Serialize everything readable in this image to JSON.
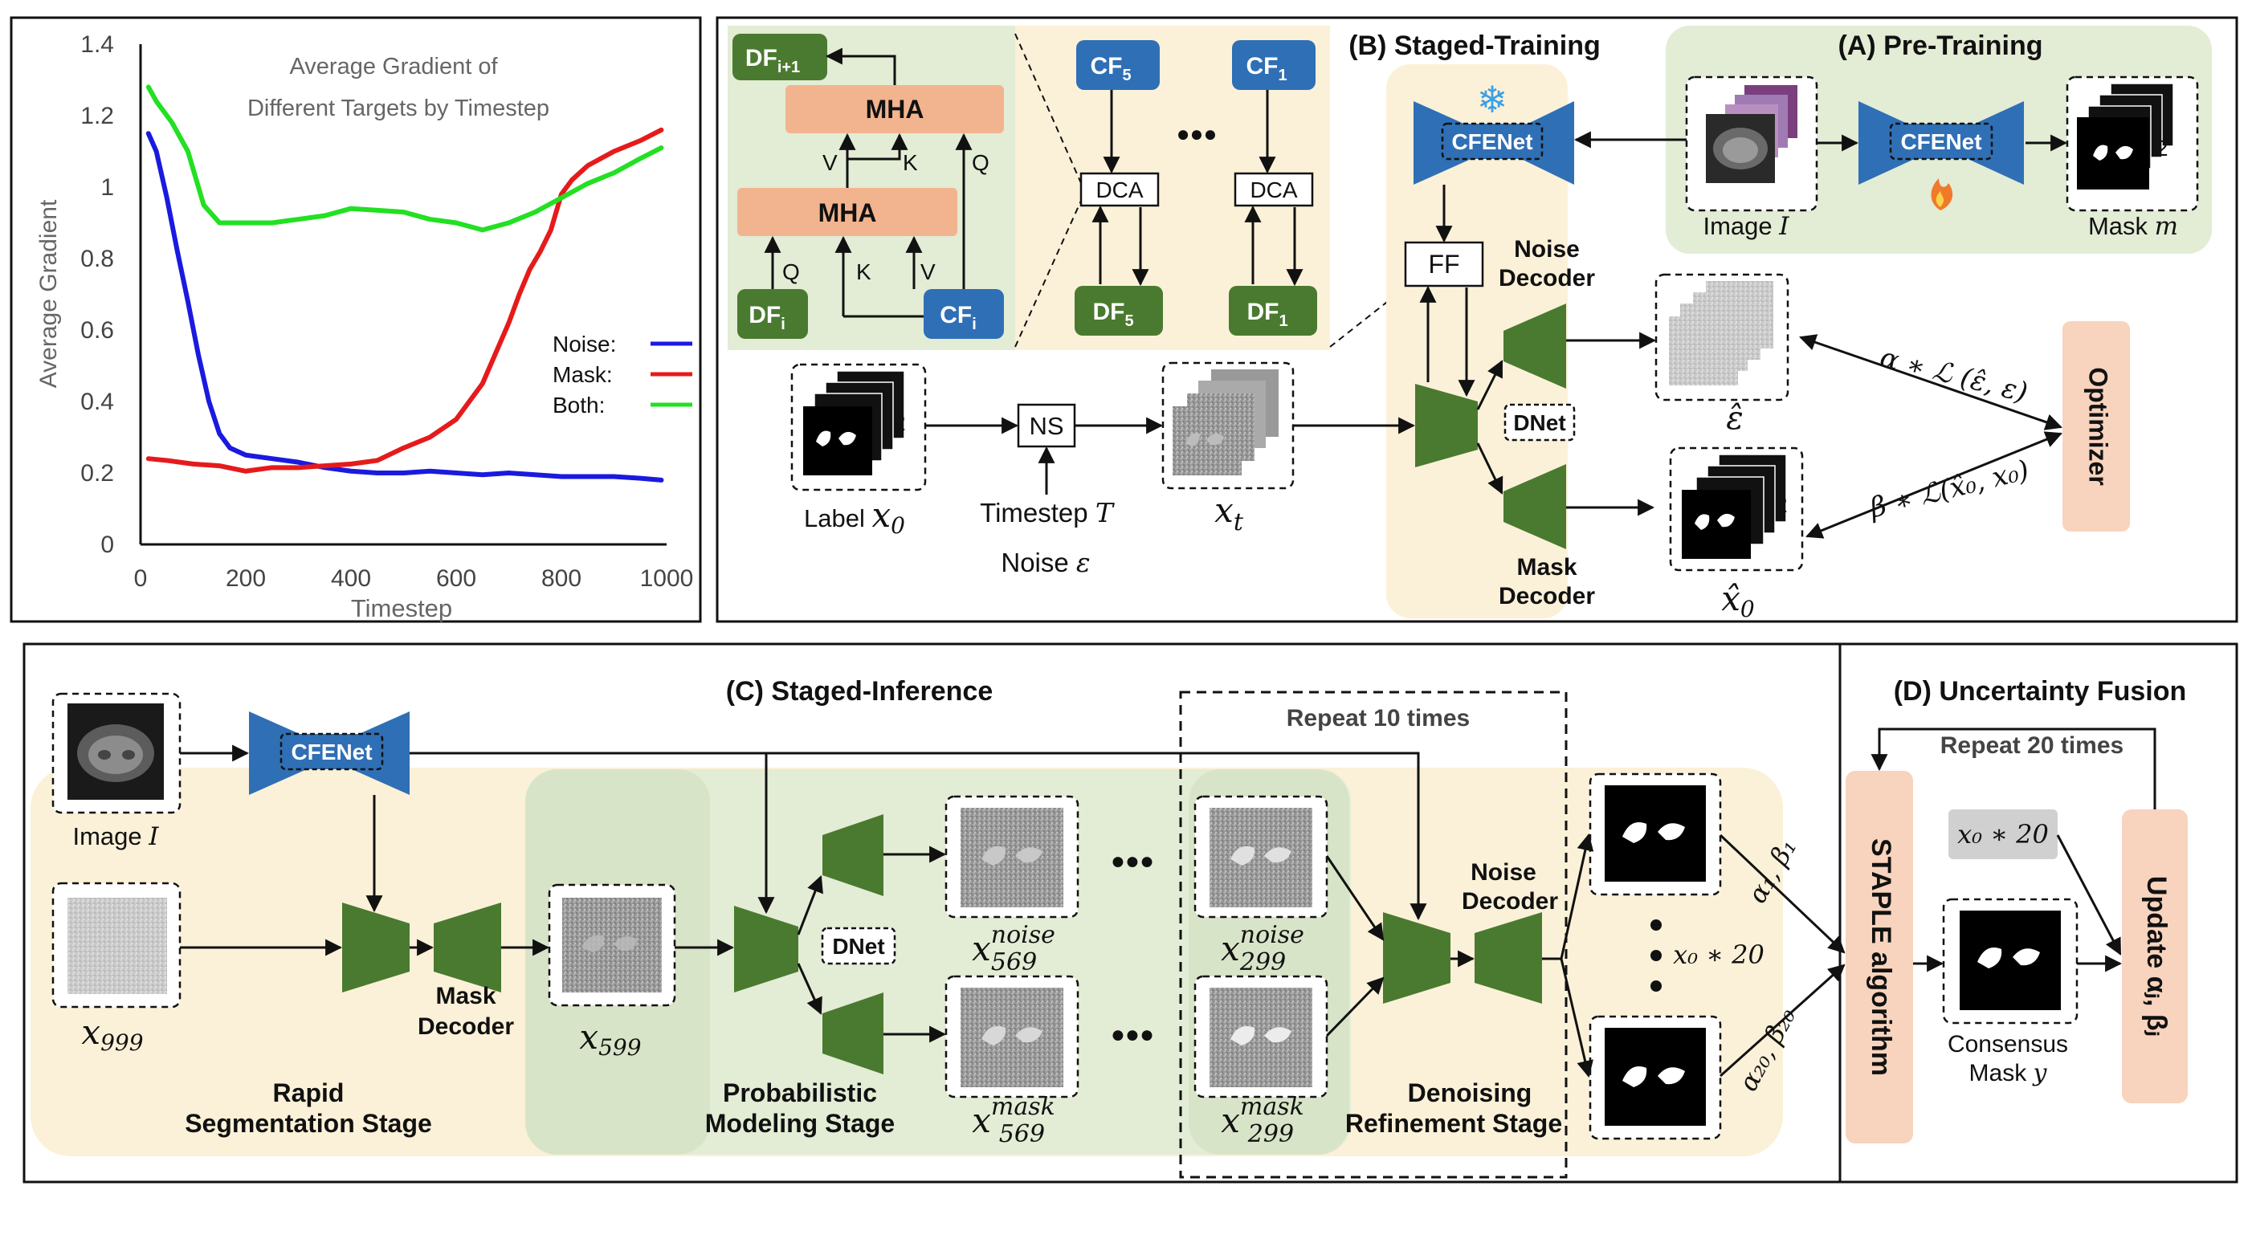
{
  "chart": {
    "title_line1": "Average Gradient of",
    "title_line2": "Different Targets by Timestep",
    "ylabel": "Average Gradient",
    "xlabel": "Timestep",
    "legend": [
      {
        "label": "Noise:",
        "color": "#1a1adf"
      },
      {
        "label": "Mask:",
        "color": "#e51b1b"
      },
      {
        "label": "Both:",
        "color": "#22e022"
      }
    ]
  },
  "chart_data": {
    "type": "line",
    "title": "Average Gradient of Different Targets by Timestep",
    "xlabel": "Timestep",
    "ylabel": "Average Gradient",
    "xlim": [
      0,
      1000
    ],
    "ylim": [
      0,
      1.4
    ],
    "xticks": [
      0,
      200,
      400,
      600,
      800,
      1000
    ],
    "yticks": [
      0,
      0.2,
      0.4,
      0.6,
      0.8,
      1,
      1.2,
      1.4
    ],
    "grid": false,
    "legend_position": "right",
    "series": [
      {
        "name": "Noise",
        "color": "#1a1adf",
        "x": [
          15,
          30,
          50,
          70,
          90,
          110,
          130,
          150,
          170,
          200,
          250,
          300,
          350,
          400,
          450,
          500,
          550,
          600,
          650,
          700,
          750,
          800,
          850,
          900,
          950,
          990
        ],
        "y": [
          1.15,
          1.1,
          0.97,
          0.82,
          0.68,
          0.53,
          0.4,
          0.31,
          0.27,
          0.25,
          0.24,
          0.23,
          0.215,
          0.205,
          0.2,
          0.2,
          0.205,
          0.2,
          0.195,
          0.2,
          0.195,
          0.19,
          0.19,
          0.19,
          0.185,
          0.18
        ]
      },
      {
        "name": "Mask",
        "color": "#e51b1b",
        "x": [
          15,
          50,
          100,
          150,
          200,
          250,
          300,
          350,
          400,
          450,
          500,
          550,
          600,
          650,
          700,
          720,
          740,
          760,
          780,
          800,
          820,
          850,
          900,
          950,
          990
        ],
        "y": [
          0.24,
          0.235,
          0.225,
          0.22,
          0.205,
          0.215,
          0.215,
          0.22,
          0.225,
          0.235,
          0.27,
          0.3,
          0.35,
          0.45,
          0.62,
          0.7,
          0.77,
          0.82,
          0.88,
          0.98,
          1.02,
          1.06,
          1.1,
          1.13,
          1.16
        ]
      },
      {
        "name": "Both",
        "color": "#22e022",
        "x": [
          15,
          30,
          60,
          90,
          120,
          150,
          200,
          250,
          300,
          350,
          400,
          450,
          500,
          550,
          600,
          650,
          700,
          750,
          800,
          850,
          900,
          950,
          990
        ],
        "y": [
          1.28,
          1.24,
          1.18,
          1.1,
          0.95,
          0.9,
          0.9,
          0.9,
          0.91,
          0.92,
          0.94,
          0.935,
          0.93,
          0.91,
          0.9,
          0.88,
          0.9,
          0.93,
          0.97,
          1.01,
          1.04,
          1.08,
          1.11
        ]
      }
    ]
  },
  "panelB": {
    "staged_training": "(B) Staged-Training",
    "pre_training": "(A) Pre-Training",
    "df_top": "DF",
    "df_top_sub": "i+1",
    "mha1": "MHA",
    "mha2": "MHA",
    "v1": "V",
    "k1": "K",
    "q1": "Q",
    "q2": "Q",
    "k2": "K",
    "v2": "V",
    "df_i": "DF",
    "df_i_sub": "i",
    "cf_i": "CF",
    "cf_i_sub": "i",
    "cf5": "CF",
    "cf5_sub": "5",
    "cf1": "CF",
    "cf1_sub": "1",
    "dca1": "DCA",
    "dca2": "DCA",
    "df5": "DF",
    "df5_sub": "5",
    "df1": "DF",
    "df1_sub": "1",
    "dots": "●●●",
    "cfenet_frozen": "CFENet",
    "cfenet_pre": "CFENet",
    "ff": "FF",
    "noise_decoder": [
      "Noise",
      "Decoder"
    ],
    "dnet": "DNet",
    "mask_decoder": [
      "Mask",
      "Decoder"
    ],
    "image_label": "Image ",
    "image_sym": "I",
    "mask_label": "Mask ",
    "mask_sym": "m",
    "label_text": "Label ",
    "x0": "x",
    "x0_sub": "0",
    "ns": "NS",
    "timestep": "Timestep ",
    "timestep_sym": "T",
    "noise": "Noise ",
    "noise_sym": "ε",
    "xt": "x",
    "xt_sub": "t",
    "eps_hat": "ε̂",
    "x0_hat": "x̂",
    "x0_hat_sub": "0",
    "loss_alpha": "α ∗ ℒ (ε̂, ε)",
    "loss_beta": "β ∗ ℒ(x̂₀, x₀)",
    "optimizer": "Optimizer",
    "img_num": "2"
  },
  "panelC": {
    "title": "(C) Staged-Inference",
    "repeat10": "Repeat 10 times",
    "image_label": "Image ",
    "image_sym": "I",
    "cfenet": "CFENet",
    "mask_decoder": [
      "Mask",
      "Decoder"
    ],
    "x999": "x",
    "x999_sub": "999",
    "x599": "x",
    "x599_sub": "599",
    "dnet": "DNet",
    "x569n": "x",
    "x569n_sup": "noise",
    "x569n_sub": "569",
    "x569m": "x",
    "x569m_sup": "mask",
    "x569m_sub": "569",
    "x299n": "x",
    "x299n_sup": "noise",
    "x299n_sub": "299",
    "x299m": "x",
    "x299m_sup": "mask",
    "x299m_sub": "299",
    "dots": "●●●",
    "noise_decoder": [
      "Noise",
      "Decoder"
    ],
    "rapid": [
      "Rapid",
      "Segmentation Stage"
    ],
    "prob": [
      "Probabilistic",
      "Modeling Stage"
    ],
    "denoise": [
      "Denoising",
      "Refinement Stage"
    ],
    "x0_20": "x₀ ∗ 20",
    "a1b1": "α₁, β₁",
    "a20b20": "α₂₀, β₂₀"
  },
  "panelD": {
    "title": "(D) Uncertainty Fusion",
    "repeat20": "Repeat 20 times",
    "staple": "STAPLE algorithm",
    "x0_20": "x₀ ∗ 20",
    "consensus": [
      "Consensus",
      "Mask "
    ],
    "consensus_sym": "y",
    "update": "Update αⱼ, βⱼ"
  }
}
